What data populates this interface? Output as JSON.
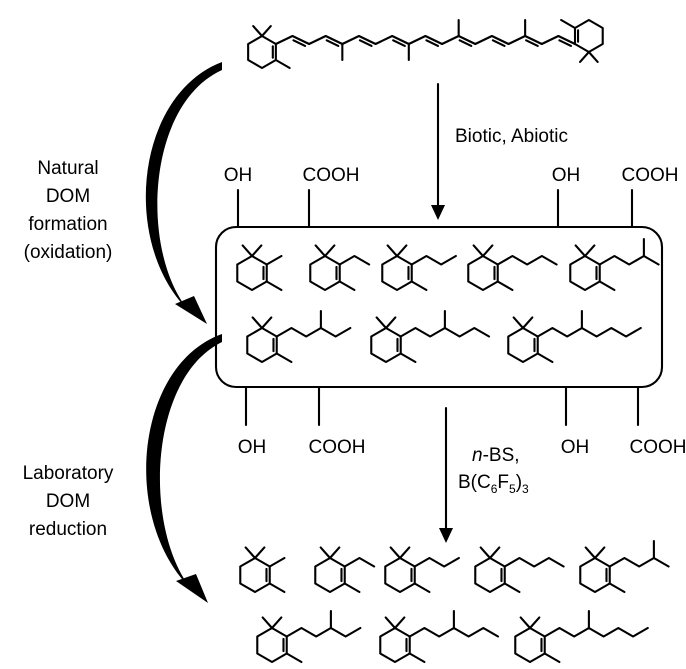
{
  "labels": {
    "top_process": "Biotic, Abiotic",
    "bottom_process_prefix": "n",
    "bottom_process_suffix": "-BS,",
    "borane_b": "B(C",
    "borane_sub6": "6",
    "borane_f": "F",
    "borane_sub5": "5",
    "borane_close": ")",
    "borane_sub3": "3",
    "left_top": [
      "Natural",
      "DOM",
      "formation",
      "(oxidation)"
    ],
    "left_bottom": [
      "Laboratory",
      "DOM",
      "reduction"
    ],
    "group_oh": "OH",
    "group_cooh": "COOH"
  },
  "structures": {
    "carotenoid": "carotenoid-polyene",
    "alkyl_chain_carbons": [
      1,
      2,
      3,
      4,
      4,
      5,
      6
    ]
  },
  "colors": {
    "ink": "#000000",
    "background": "#ffffff"
  }
}
